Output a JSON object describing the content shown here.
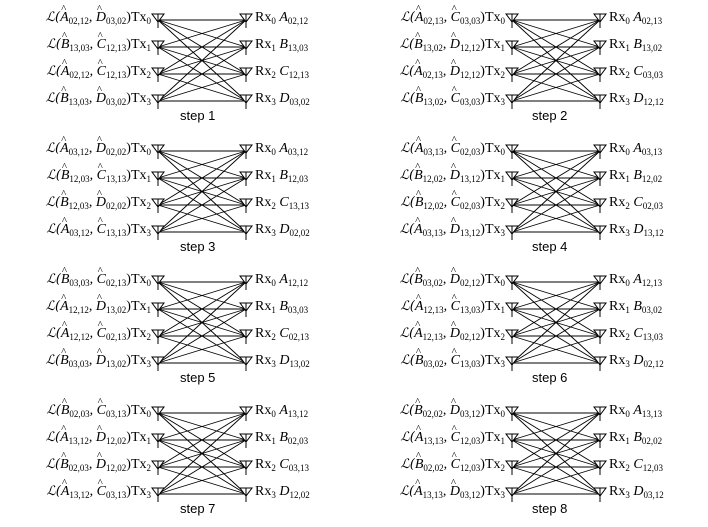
{
  "panels": [
    {
      "step": "step 1",
      "tx": [
        {
          "l": "ℒ(",
          "a": "A",
          "as": "02,12",
          "b": "D",
          "bs": "03,02",
          "tx": "Tx",
          "ts": "0"
        },
        {
          "l": "ℒ(",
          "a": "B",
          "as": "13,03",
          "b": "C",
          "bs": "12,13",
          "tx": "Tx",
          "ts": "1"
        },
        {
          "l": "ℒ(",
          "a": "A",
          "as": "02,12",
          "b": "C",
          "bs": "12,13",
          "tx": "Tx",
          "ts": "2"
        },
        {
          "l": "ℒ(",
          "a": "B",
          "as": "13,03",
          "b": "D",
          "bs": "03,02",
          "tx": "Tx",
          "ts": "3"
        }
      ],
      "rx": [
        {
          "rx": "Rx",
          "rs": "0",
          "s": "A",
          "ss": "02,12"
        },
        {
          "rx": "Rx",
          "rs": "1",
          "s": "B",
          "ss": "13,03"
        },
        {
          "rx": "Rx",
          "rs": "2",
          "s": "C",
          "ss": "12,13"
        },
        {
          "rx": "Rx",
          "rs": "3",
          "s": "D",
          "ss": "03,02"
        }
      ]
    },
    {
      "step": "step 2",
      "tx": [
        {
          "l": "ℒ(",
          "a": "A",
          "as": "02,13",
          "b": "C",
          "bs": "03,03",
          "tx": "Tx",
          "ts": "0"
        },
        {
          "l": "ℒ(",
          "a": "B",
          "as": "13,02",
          "b": "D",
          "bs": "12,12",
          "tx": "Tx",
          "ts": "1"
        },
        {
          "l": "ℒ(",
          "a": "A",
          "as": "02,13",
          "b": "D",
          "bs": "12,12",
          "tx": "Tx",
          "ts": "2"
        },
        {
          "l": "ℒ(",
          "a": "B",
          "as": "13,02",
          "b": "C",
          "bs": "03,03",
          "tx": "Tx",
          "ts": "3"
        }
      ],
      "rx": [
        {
          "rx": "Rx",
          "rs": "0",
          "s": "A",
          "ss": "02,13"
        },
        {
          "rx": "Rx",
          "rs": "1",
          "s": "B",
          "ss": "13,02"
        },
        {
          "rx": "Rx",
          "rs": "2",
          "s": "C",
          "ss": "03,03"
        },
        {
          "rx": "Rx",
          "rs": "3",
          "s": "D",
          "ss": "12,12"
        }
      ]
    },
    {
      "step": "step 3",
      "tx": [
        {
          "l": "ℒ(",
          "a": "A",
          "as": "03,12",
          "b": "D",
          "bs": "02,02",
          "tx": "Tx",
          "ts": "0"
        },
        {
          "l": "ℒ(",
          "a": "B",
          "as": "12,03",
          "b": "C",
          "bs": "13,13",
          "tx": "Tx",
          "ts": "1"
        },
        {
          "l": "ℒ(",
          "a": "B",
          "as": "12,03",
          "b": "D",
          "bs": "02,02",
          "tx": "Tx",
          "ts": "2"
        },
        {
          "l": "ℒ(",
          "a": "A",
          "as": "03,12",
          "b": "C",
          "bs": "13,13",
          "tx": "Tx",
          "ts": "3"
        }
      ],
      "rx": [
        {
          "rx": "Rx",
          "rs": "0",
          "s": "A",
          "ss": "03,12"
        },
        {
          "rx": "Rx",
          "rs": "1",
          "s": "B",
          "ss": "12,03"
        },
        {
          "rx": "Rx",
          "rs": "2",
          "s": "C",
          "ss": "13,13"
        },
        {
          "rx": "Rx",
          "rs": "3",
          "s": "D",
          "ss": "02,02"
        }
      ]
    },
    {
      "step": "step 4",
      "tx": [
        {
          "l": "ℒ(",
          "a": "A",
          "as": "03,13",
          "b": "C",
          "bs": "02,03",
          "tx": "Tx",
          "ts": "0"
        },
        {
          "l": "ℒ(",
          "a": "B",
          "as": "12,02",
          "b": "D",
          "bs": "13,12",
          "tx": "Tx",
          "ts": "1"
        },
        {
          "l": "ℒ(",
          "a": "B",
          "as": "12,02",
          "b": "C",
          "bs": "02,03",
          "tx": "Tx",
          "ts": "2"
        },
        {
          "l": "ℒ(",
          "a": "A",
          "as": "03,13",
          "b": "D",
          "bs": "13,12",
          "tx": "Tx",
          "ts": "3"
        }
      ],
      "rx": [
        {
          "rx": "Rx",
          "rs": "0",
          "s": "A",
          "ss": "03,13"
        },
        {
          "rx": "Rx",
          "rs": "1",
          "s": "B",
          "ss": "12,02"
        },
        {
          "rx": "Rx",
          "rs": "2",
          "s": "C",
          "ss": "02,03"
        },
        {
          "rx": "Rx",
          "rs": "3",
          "s": "D",
          "ss": "13,12"
        }
      ]
    },
    {
      "step": "step 5",
      "tx": [
        {
          "l": "ℒ(",
          "a": "B",
          "as": "03,03",
          "b": "C",
          "bs": "02,13",
          "tx": "Tx",
          "ts": "0"
        },
        {
          "l": "ℒ(",
          "a": "A",
          "as": "12,12",
          "b": "D",
          "bs": "13,02",
          "tx": "Tx",
          "ts": "1"
        },
        {
          "l": "ℒ(",
          "a": "A",
          "as": "12,12",
          "b": "C",
          "bs": "02,13",
          "tx": "Tx",
          "ts": "2"
        },
        {
          "l": "ℒ(",
          "a": "B",
          "as": "03,03",
          "b": "D",
          "bs": "13,02",
          "tx": "Tx",
          "ts": "3"
        }
      ],
      "rx": [
        {
          "rx": "Rx",
          "rs": "0",
          "s": "A",
          "ss": "12,12"
        },
        {
          "rx": "Rx",
          "rs": "1",
          "s": "B",
          "ss": "03,03"
        },
        {
          "rx": "Rx",
          "rs": "2",
          "s": "C",
          "ss": "02,13"
        },
        {
          "rx": "Rx",
          "rs": "3",
          "s": "D",
          "ss": "13,02"
        }
      ]
    },
    {
      "step": "step 6",
      "tx": [
        {
          "l": "ℒ(",
          "a": "B",
          "as": "03,02",
          "b": "D",
          "bs": "02,12",
          "tx": "Tx",
          "ts": "0"
        },
        {
          "l": "ℒ(",
          "a": "A",
          "as": "12,13",
          "b": "C",
          "bs": "13,03",
          "tx": "Tx",
          "ts": "1"
        },
        {
          "l": "ℒ(",
          "a": "A",
          "as": "12,13",
          "b": "D",
          "bs": "02,12",
          "tx": "Tx",
          "ts": "2"
        },
        {
          "l": "ℒ(",
          "a": "B",
          "as": "03,02",
          "b": "C",
          "bs": "13,03",
          "tx": "Tx",
          "ts": "3"
        }
      ],
      "rx": [
        {
          "rx": "Rx",
          "rs": "0",
          "s": "A",
          "ss": "12,13"
        },
        {
          "rx": "Rx",
          "rs": "1",
          "s": "B",
          "ss": "03,02"
        },
        {
          "rx": "Rx",
          "rs": "2",
          "s": "C",
          "ss": "13,03"
        },
        {
          "rx": "Rx",
          "rs": "3",
          "s": "D",
          "ss": "02,12"
        }
      ]
    },
    {
      "step": "step 7",
      "tx": [
        {
          "l": "ℒ(",
          "a": "B",
          "as": "02,03",
          "b": "C",
          "bs": "03,13",
          "tx": "Tx",
          "ts": "0"
        },
        {
          "l": "ℒ(",
          "a": "A",
          "as": "13,12",
          "b": "D",
          "bs": "12,02",
          "tx": "Tx",
          "ts": "1"
        },
        {
          "l": "ℒ(",
          "a": "B",
          "as": "02,03",
          "b": "D",
          "bs": "12,02",
          "tx": "Tx",
          "ts": "2"
        },
        {
          "l": "ℒ(",
          "a": "A",
          "as": "13,12",
          "b": "C",
          "bs": "03,13",
          "tx": "Tx",
          "ts": "3"
        }
      ],
      "rx": [
        {
          "rx": "Rx",
          "rs": "0",
          "s": "A",
          "ss": "13,12"
        },
        {
          "rx": "Rx",
          "rs": "1",
          "s": "B",
          "ss": "02,03"
        },
        {
          "rx": "Rx",
          "rs": "2",
          "s": "C",
          "ss": "03,13"
        },
        {
          "rx": "Rx",
          "rs": "3",
          "s": "D",
          "ss": "12,02"
        }
      ]
    },
    {
      "step": "step 8",
      "tx": [
        {
          "l": "ℒ(",
          "a": "B",
          "as": "02,02",
          "b": "D",
          "bs": "03,12",
          "tx": "Tx",
          "ts": "0"
        },
        {
          "l": "ℒ(",
          "a": "A",
          "as": "13,13",
          "b": "C",
          "bs": "12,03",
          "tx": "Tx",
          "ts": "1"
        },
        {
          "l": "ℒ(",
          "a": "B",
          "as": "02,02",
          "b": "C",
          "bs": "12,03",
          "tx": "Tx",
          "ts": "2"
        },
        {
          "l": "ℒ(",
          "a": "A",
          "as": "13,13",
          "b": "D",
          "bs": "03,12",
          "tx": "Tx",
          "ts": "3"
        }
      ],
      "rx": [
        {
          "rx": "Rx",
          "rs": "0",
          "s": "A",
          "ss": "13,13"
        },
        {
          "rx": "Rx",
          "rs": "1",
          "s": "B",
          "ss": "02,02"
        },
        {
          "rx": "Rx",
          "rs": "2",
          "s": "C",
          "ss": "12,03"
        },
        {
          "rx": "Rx",
          "rs": "3",
          "s": "D",
          "ss": "03,12"
        }
      ]
    }
  ]
}
